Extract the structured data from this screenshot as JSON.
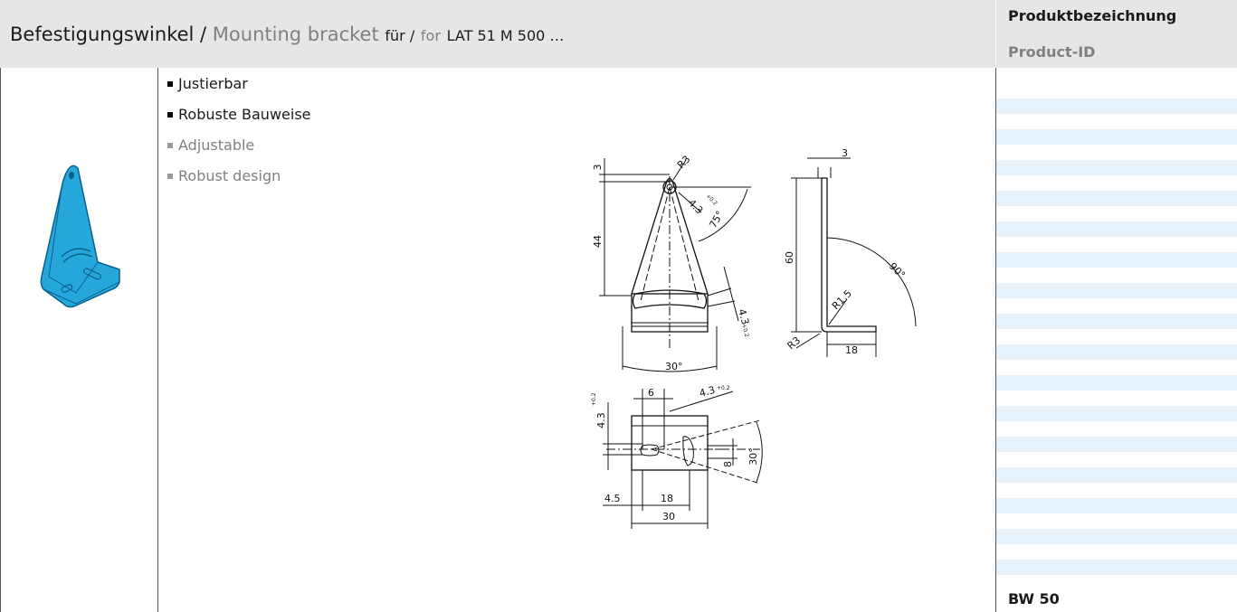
{
  "header": {
    "title_de": "Befestigungswinkel /",
    "title_en": "Mounting bracket",
    "for_de": "für /",
    "for_en": "for",
    "model": "LAT 51 M 500 …"
  },
  "side_header": {
    "label_de": "Produktbezeichnung",
    "label_en": "Product-ID"
  },
  "features": [
    "Justierbar",
    "Robuste Bauweise",
    "Adjustable",
    "Robust design"
  ],
  "dimensions": {
    "front": {
      "top": "3",
      "height": "44",
      "radius": "R3",
      "hole": "4.3",
      "tol": "+0.2",
      "angle_top": "75°",
      "slot": "4.3",
      "angle_bottom": "30°"
    },
    "side": {
      "thickness": "3",
      "height": "60",
      "angle": "90°",
      "inner_radius": "R1.5",
      "outer_radius": "R3",
      "base": "18"
    },
    "bottom": {
      "hole_v": "4.3",
      "offset": "6",
      "slot": "4.3",
      "angle": "30°",
      "dist": "8",
      "edge": "4.5",
      "pitch": "18",
      "width": "30"
    }
  },
  "product": {
    "id": "BW 50"
  }
}
